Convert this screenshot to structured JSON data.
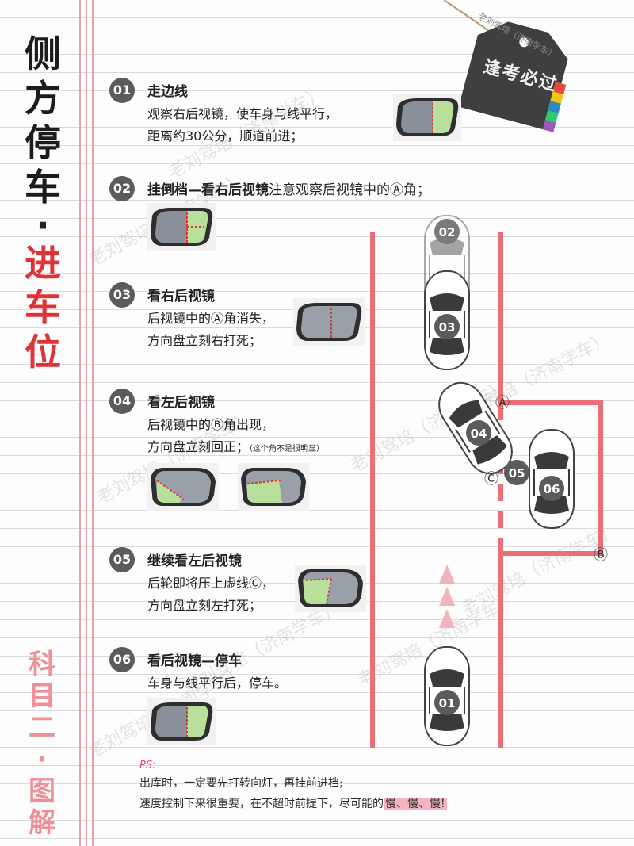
{
  "title": {
    "part1": [
      "侧",
      "方",
      "停",
      "车"
    ],
    "separator": "·",
    "part2": [
      "进",
      "车",
      "位"
    ]
  },
  "subtitle": [
    "科",
    "目",
    "二",
    "·",
    "图",
    "解"
  ],
  "tag": {
    "text": "逢考必过",
    "brand": "老刘驾培（济南学车）"
  },
  "watermark": "老刘驾培（济南学车）",
  "steps": [
    {
      "num": "01",
      "title": "走边线",
      "lines": [
        "观察右后视镜，使车身与线平行，",
        "距离约30公分，顺道前进；"
      ]
    },
    {
      "num": "02",
      "title_bold": "挂倒档—看右后视镜",
      "title_rest": "注意观察后视镜中的Ⓐ角；"
    },
    {
      "num": "03",
      "title": "看右后视镜",
      "lines": [
        "后视镜中的Ⓐ角消失，",
        "方向盘立刻右打死；"
      ]
    },
    {
      "num": "04",
      "title": "看左后视镜",
      "lines": [
        "后视镜中的Ⓑ角出现，",
        "方向盘立刻回正；"
      ],
      "note": "（这个角不是很明显）"
    },
    {
      "num": "05",
      "title": "继续看左后视镜",
      "lines": [
        "后轮即将压上虚线Ⓒ，",
        "方向盘立刻左打死；"
      ]
    },
    {
      "num": "06",
      "title": "看后视镜—停车",
      "lines": [
        "车身与线平行后，停车。"
      ]
    }
  ],
  "diagram": {
    "cars": [
      "02",
      "03",
      "04",
      "05",
      "06",
      "01"
    ],
    "markers": [
      "Ⓐ",
      "Ⓑ",
      "Ⓒ"
    ]
  },
  "ps": {
    "label": "PS:",
    "line1": "出库时，一定要先打转向灯，再挂前进档;",
    "line2_prefix": "速度控制下来很重要，在不超时前提下，尽可能的",
    "line2_emph": "慢、慢、慢!"
  },
  "colors": {
    "accent": "#e23238",
    "line": "#ec6f78",
    "badge": "#5b5b5b"
  }
}
